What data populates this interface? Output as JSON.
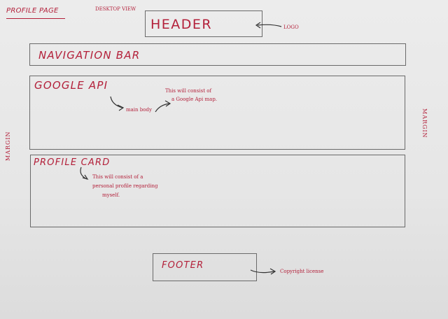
{
  "page": {
    "title": "PROFILE PAGE",
    "view": "DESKTOP VIEW"
  },
  "sections": {
    "header": "HEADER",
    "navigation": "NAVIGATION BAR",
    "google_api": "GOOGLE API",
    "profile_card": "PROFILE CARD",
    "footer": "FOOTER"
  },
  "annotations": {
    "logo": "LOGO",
    "main_body": "main body",
    "google_api_note_line1": "This will consist of",
    "google_api_note_line2": "a Google Api map.",
    "profile_note_line1": "This will consist of a",
    "profile_note_line2": "personal profile regarding",
    "profile_note_line3": "myself.",
    "margin_left": "MARGIN",
    "margin_right": "MARGIN",
    "copyright": "Copyright license"
  },
  "colors": {
    "paper": "#e8e8e8",
    "pencil": "#6a6a6a",
    "ink": "#b3203a"
  }
}
